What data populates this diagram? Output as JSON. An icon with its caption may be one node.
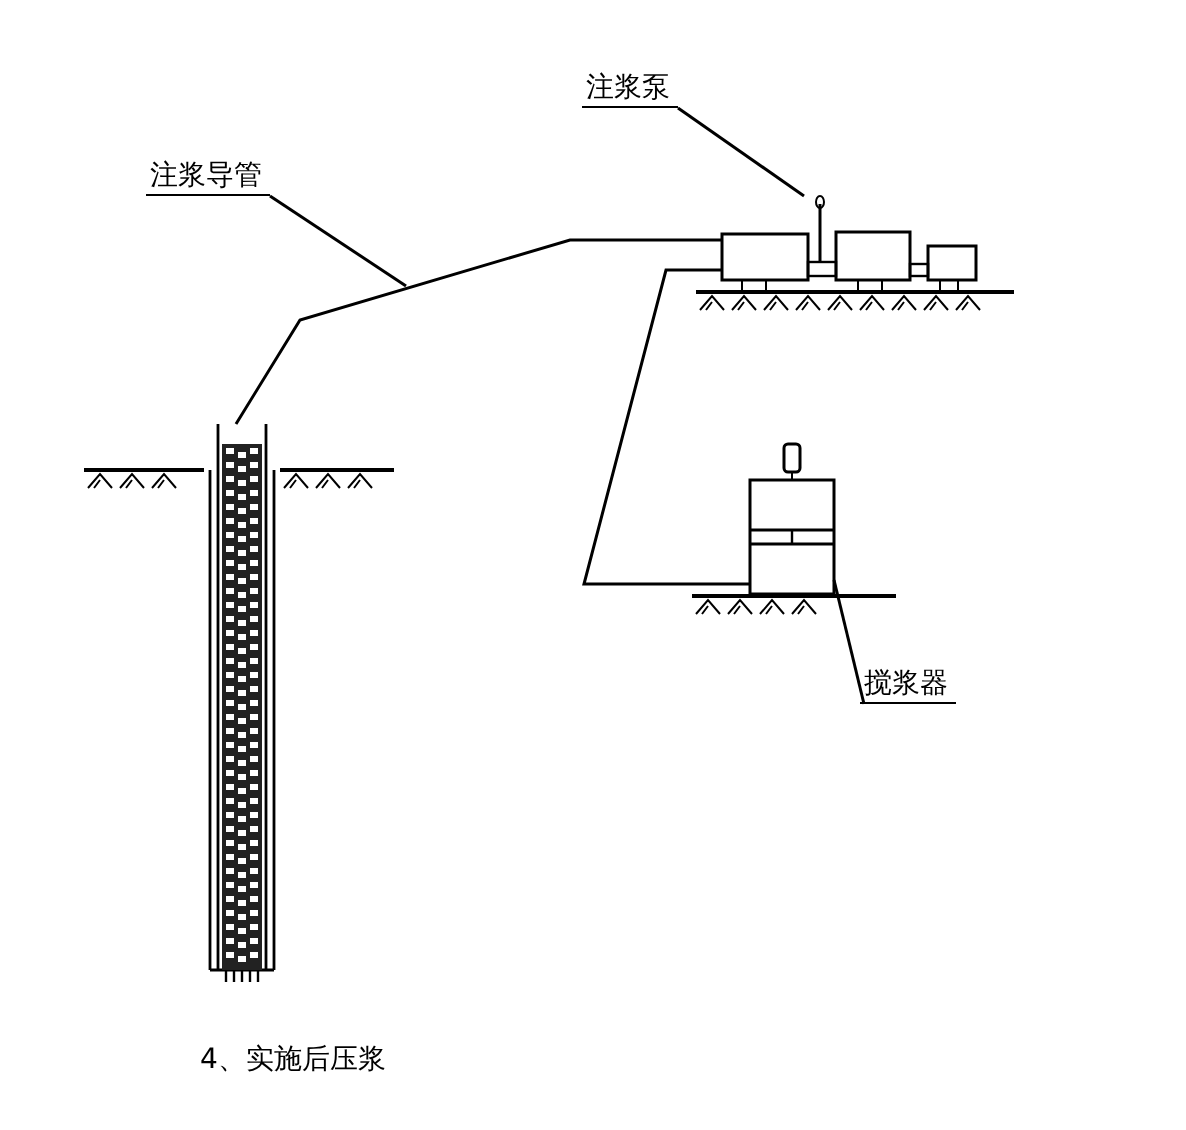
{
  "diagram": {
    "caption": "4、实施后压浆",
    "nodes": [
      {
        "text": [
          "注浆泵"
        ]
      },
      {
        "text": [],
        "shape": "box"
      },
      {
        "text": [
          "注浆导管"
        ]
      },
      {
        "text": [],
        "shape": "bar"
      },
      {
        "text": [],
        "shape": "box"
      },
      {
        "text": [
          "搅浆器"
        ]
      }
    ],
    "edges": [
      {
        "from": 0,
        "to": 1,
        "arrow": "none"
      },
      {
        "from": 2,
        "to": null,
        "arrow": "none"
      },
      {
        "from": 1,
        "to": 3,
        "arrow": "none"
      },
      {
        "from": 4,
        "to": 1,
        "arrow": "none"
      },
      {
        "from": 5,
        "to": 4,
        "arrow": "none"
      }
    ]
  }
}
